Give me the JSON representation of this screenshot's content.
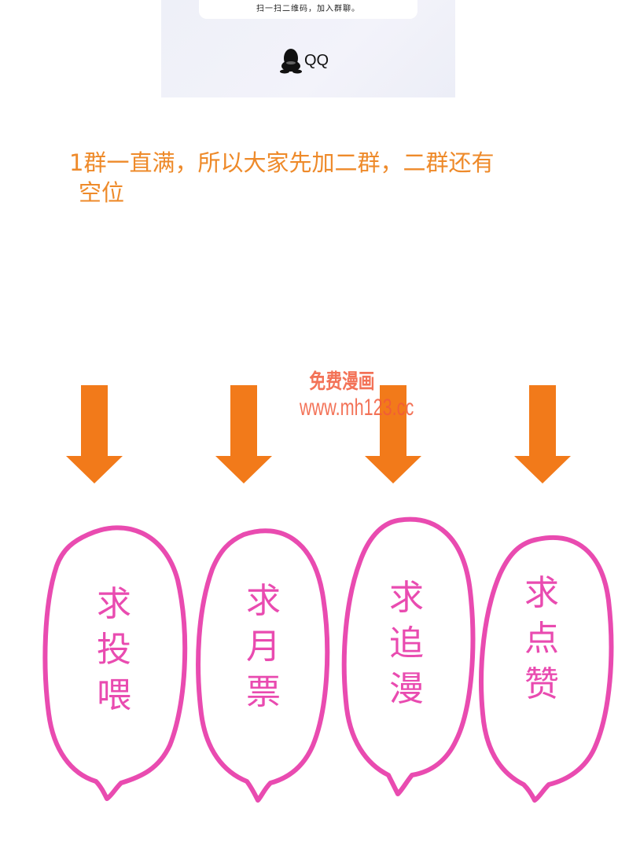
{
  "qr_card": {
    "hint": "扫一扫二维码，加入群聊。",
    "brand_label": "QQ",
    "brand_icon": "qq-penguin-icon"
  },
  "message": {
    "line1": "1群一直满，所以大家先加二群，二群还有",
    "line2": "空位"
  },
  "watermark": {
    "title": "免费漫画",
    "url": "www.mh123.cc"
  },
  "colors": {
    "message": "#ee8a2a",
    "arrow": "#f27a1a",
    "balloon": "#e94bb0",
    "watermark": "#f15a3a"
  },
  "balloons": [
    {
      "chars": [
        "求",
        "投",
        "喂"
      ]
    },
    {
      "chars": [
        "求",
        "月",
        "票"
      ]
    },
    {
      "chars": [
        "求",
        "追",
        "漫"
      ]
    },
    {
      "chars": [
        "求",
        "点",
        "赞"
      ]
    }
  ]
}
